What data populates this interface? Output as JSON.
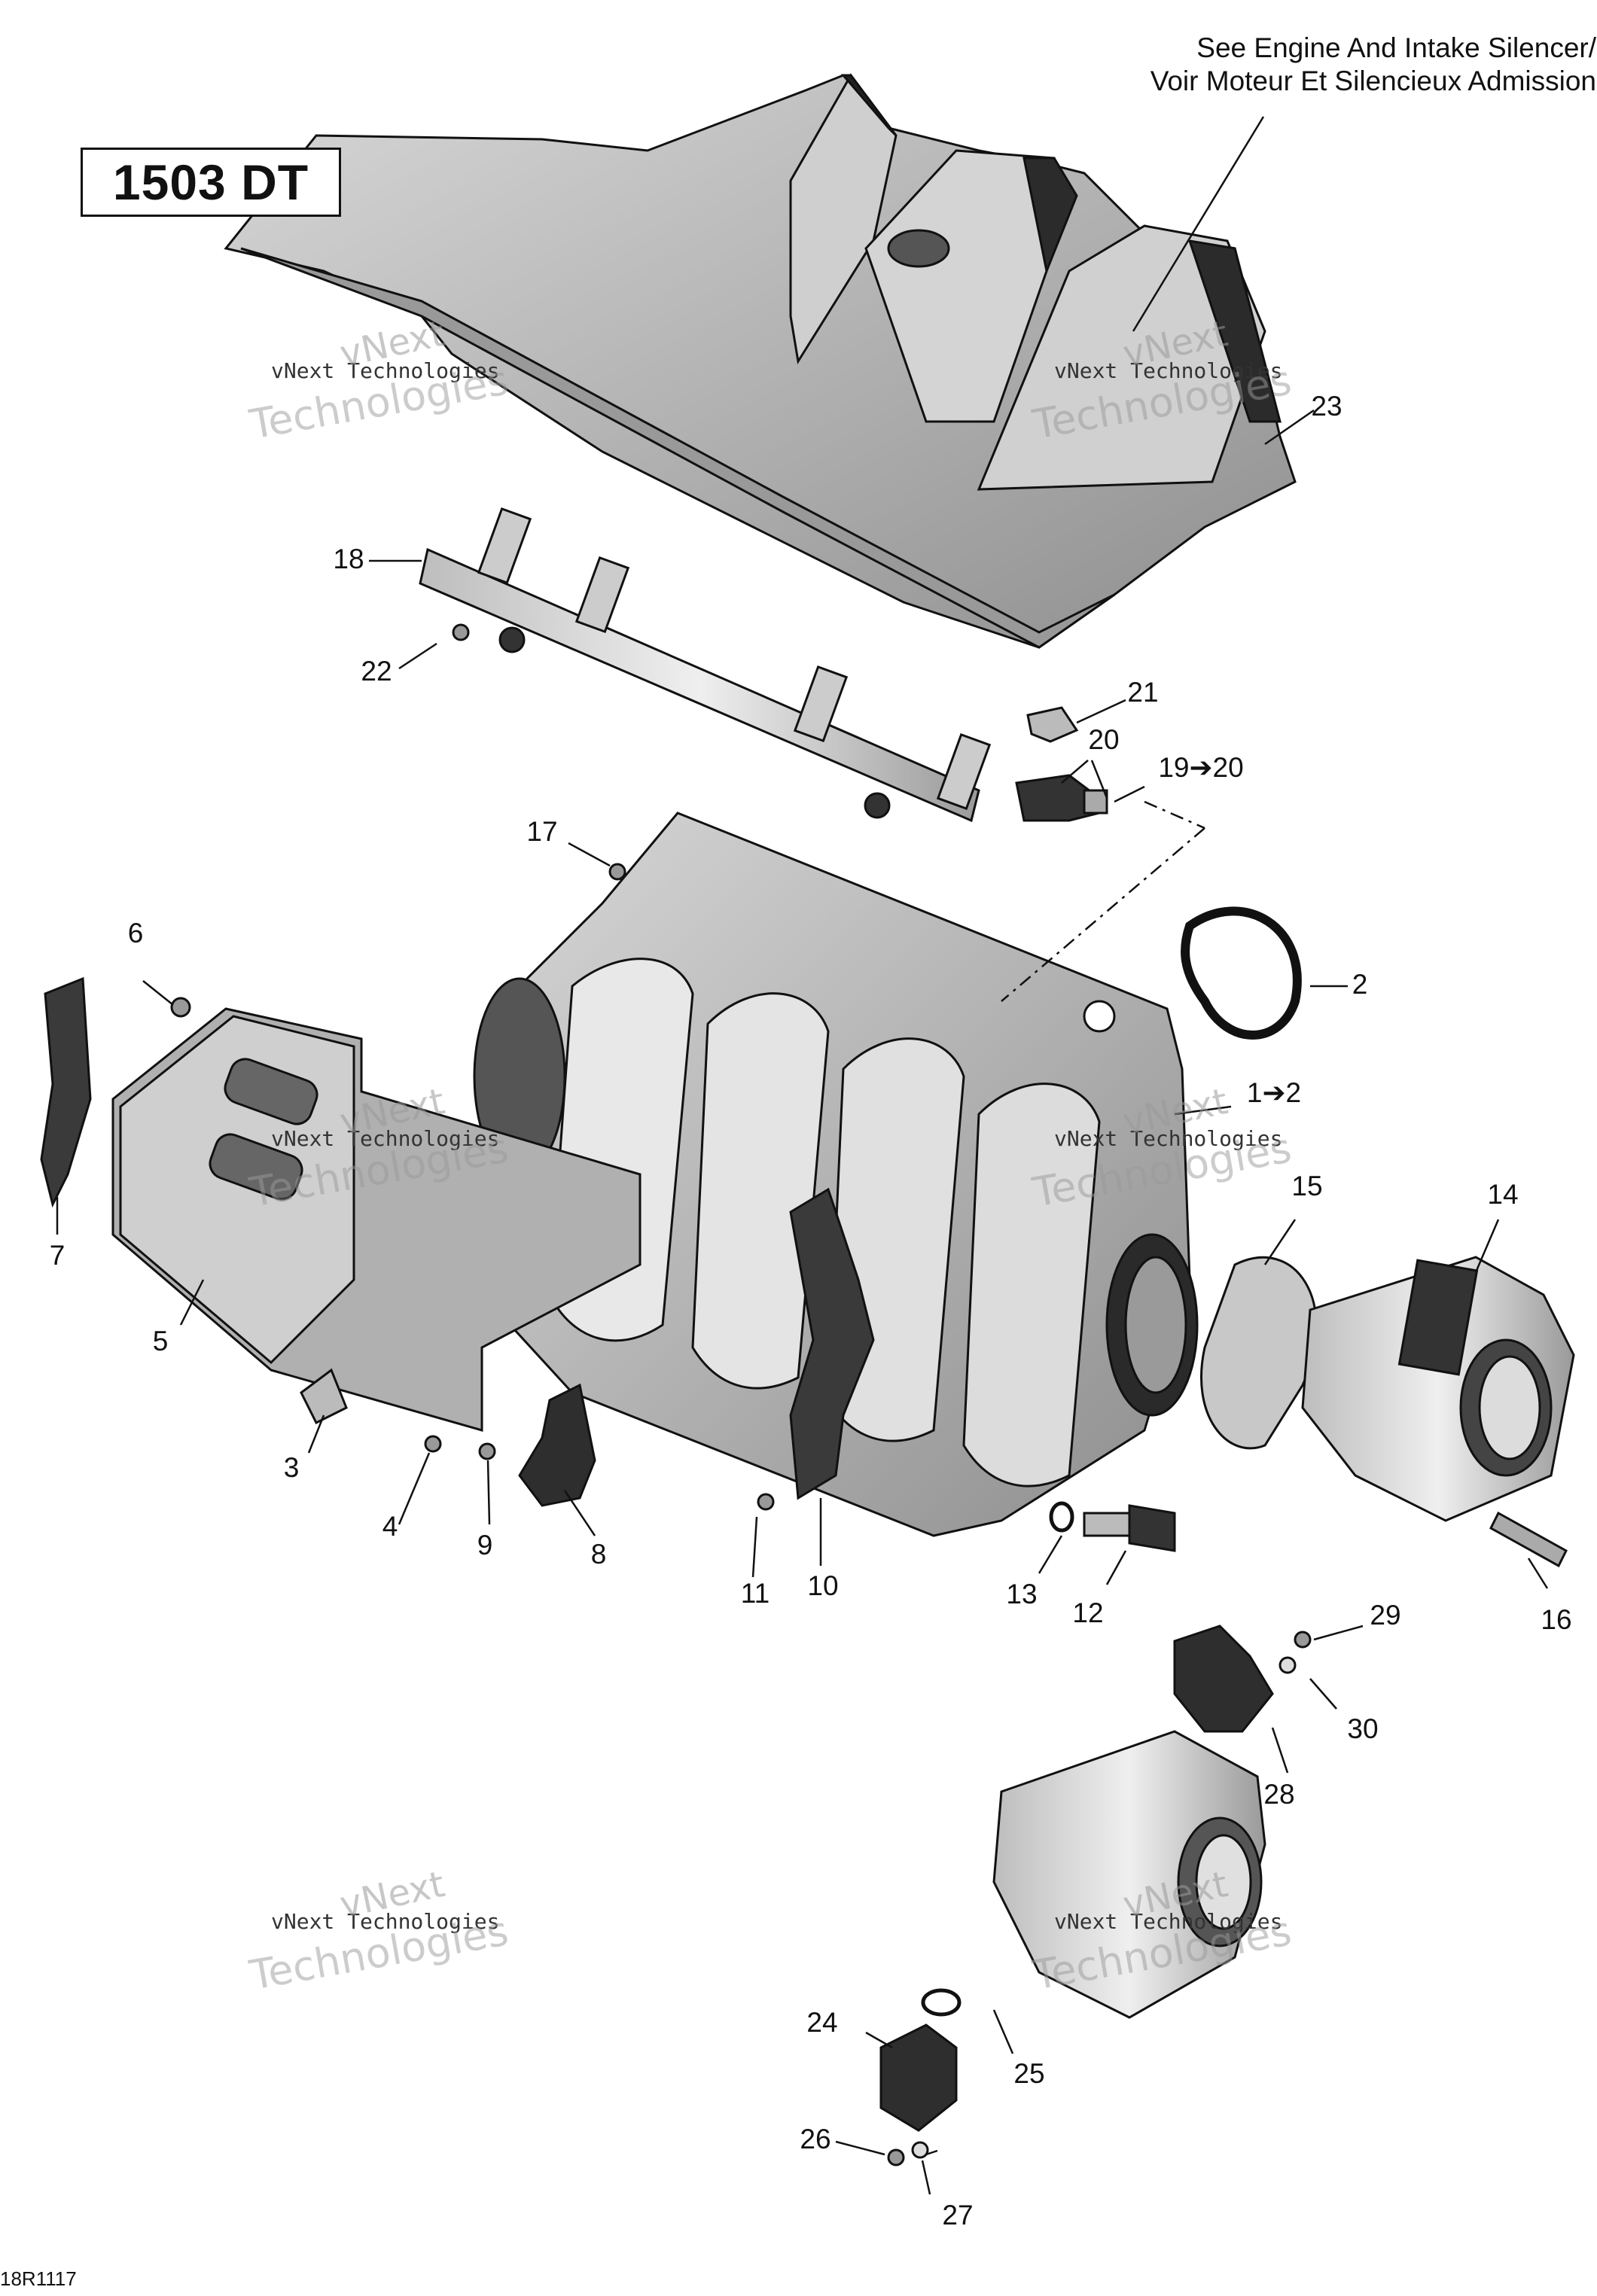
{
  "model_label": "1503 DT",
  "note": {
    "line1": "See Engine And Intake Silencer/",
    "line2": "Voir Moteur Et Silencieux Admission"
  },
  "figure_code": "18R1117",
  "watermark": {
    "line1": "vNext",
    "line2": "vNext Technologies",
    "line3": "Technologies"
  },
  "callouts": [
    "1➔2",
    "2",
    "3",
    "4",
    "5",
    "6",
    "7",
    "8",
    "9",
    "10",
    "11",
    "12",
    "13",
    "14",
    "15",
    "16",
    "17",
    "18",
    "19➔20",
    "20",
    "21",
    "22",
    "23",
    "24",
    "25",
    "26",
    "27",
    "28",
    "29",
    "30"
  ]
}
